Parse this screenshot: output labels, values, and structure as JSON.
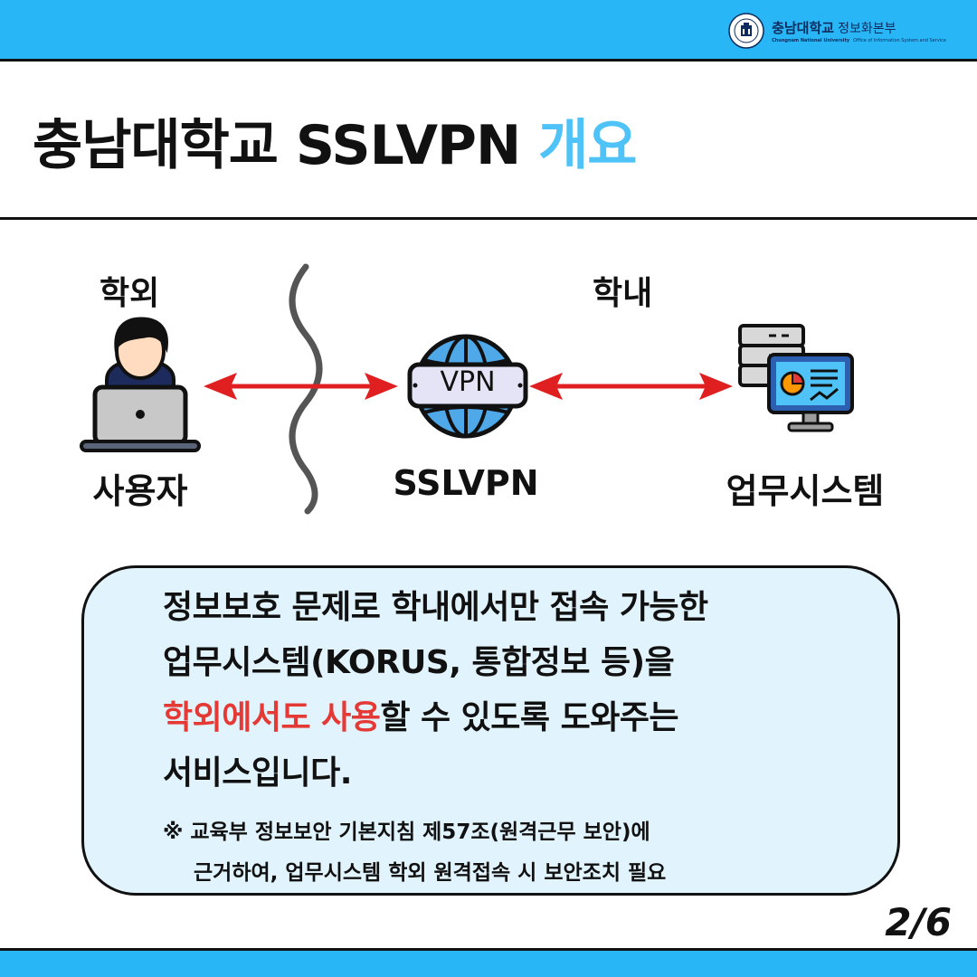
{
  "header": {
    "logo_name": "충남대학교",
    "logo_dept": "정보화본부",
    "logo_en_name": "Chungnam National University",
    "logo_en_dept": "Office of Information System and Service"
  },
  "title": {
    "main": "충남대학교 SSLVPN",
    "accent": "개요"
  },
  "diagram": {
    "zone_outside": "학외",
    "zone_inside": "학내",
    "vpn_badge": "VPN",
    "nodes": [
      "사용자",
      "SSLVPN",
      "업무시스템"
    ]
  },
  "info": {
    "line1": "정보보호 문제로 학내에서만 접속 가능한",
    "line2": "업무시스템(KORUS, 통합정보 등)을",
    "line3_highlight": "학외에서도 사용",
    "line3_rest": "할 수 있도록 도와주는",
    "line4": "서비스입니다.",
    "note1": "※ 교육부 정보보안 기본지침 제57조(원격근무 보안)에",
    "note2": "근거하여, 업무시스템 학외 원격접속 시 보안조치 필요"
  },
  "page": "2/6",
  "colors": {
    "bar": "#29b6f6",
    "accent": "#4fc3f7",
    "highlight": "#e53935",
    "box": "#e1f3fc"
  }
}
